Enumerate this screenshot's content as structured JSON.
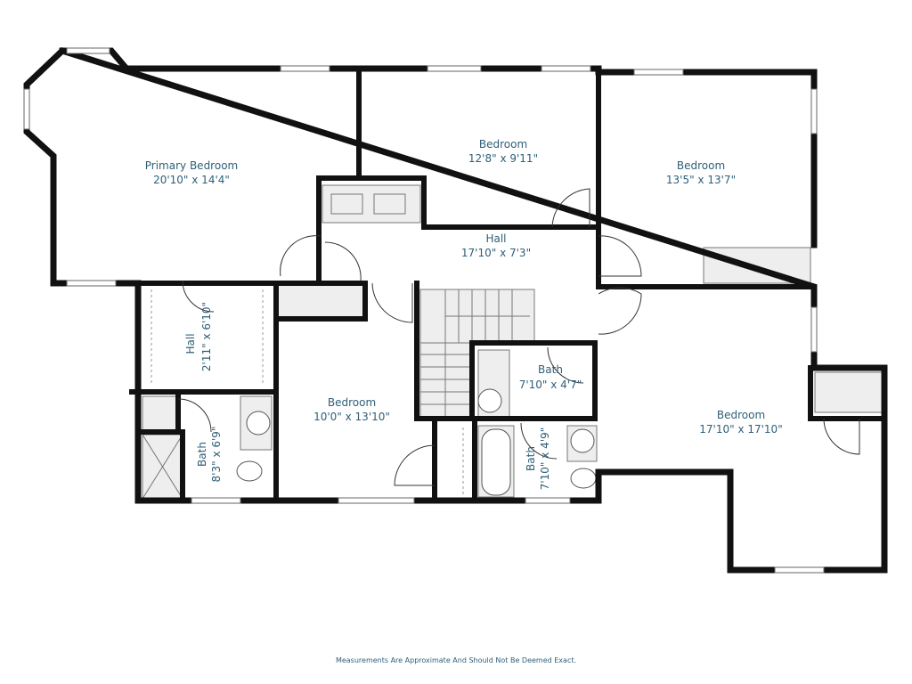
{
  "rooms": [
    {
      "name": "Primary Bedroom",
      "size": "20'10\" x 14'4\""
    },
    {
      "name": "Bedroom",
      "size": "12'8\" x 9'11\""
    },
    {
      "name": "Bedroom",
      "size": "13'5\" x 13'7\""
    },
    {
      "name": "Hall",
      "size": "17'10\" x 7'3\""
    },
    {
      "name": "Hall",
      "size": "2'11\" x 6'10\""
    },
    {
      "name": "Bedroom",
      "size": "10'0\" x 13'10\""
    },
    {
      "name": "Bath",
      "size": "7'10\" x 4'7\""
    },
    {
      "name": "Bath",
      "size": "8'3\" x 6'9\""
    },
    {
      "name": "Bath",
      "size": "7'10\" x 4'9\""
    },
    {
      "name": "Bedroom",
      "size": "17'10\" x 17'10\""
    }
  ],
  "disclaimer": "Measurements Are Approximate And Should Not Be Deemed Exact."
}
